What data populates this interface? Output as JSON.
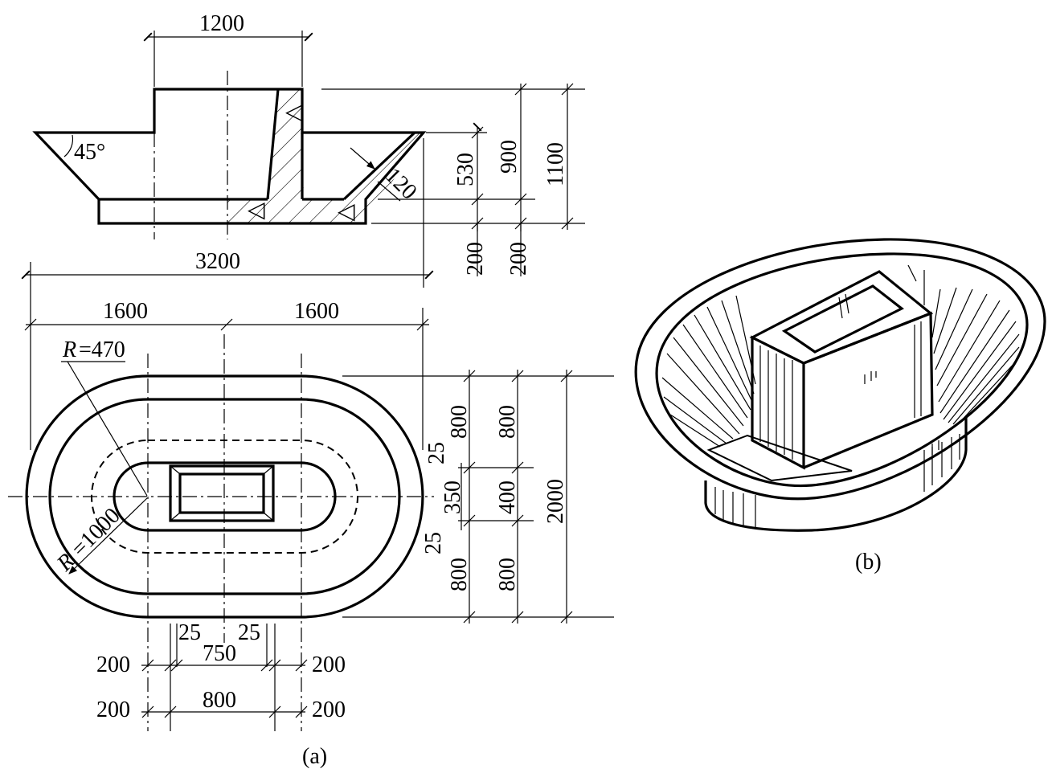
{
  "section": {
    "top_width": "1200",
    "slope_angle": "45°",
    "wall_thickness": "120",
    "h_530": "530",
    "h_900": "900",
    "h_1100": "1100",
    "base_200_a": "200",
    "base_200_b": "200",
    "overall_width": "3200"
  },
  "plan": {
    "half_left": "1600",
    "half_right": "1600",
    "radius_outer_prefix": "R",
    "radius_outer": "=1000",
    "radius_inner_prefix": "R",
    "radius_inner": "=470",
    "v_800_top_a": "800",
    "v_800_top_b": "800",
    "v_25_top": "25",
    "v_350": "350",
    "v_400": "400",
    "v_25_bottom": "25",
    "v_800_bottom_a": "800",
    "v_800_bottom_b": "800",
    "v_2000": "2000",
    "b_25_left": "25",
    "b_25_right": "25",
    "b_750": "750",
    "b_800": "800",
    "b_200_1": "200",
    "b_200_2": "200",
    "b_200_3": "200",
    "b_200_4": "200"
  },
  "captions": {
    "a": "(a)",
    "b": "(b)"
  }
}
